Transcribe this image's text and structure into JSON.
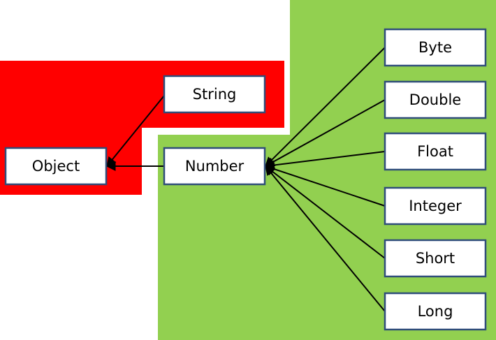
{
  "colors": {
    "object_group": "#ff0000",
    "number_group": "#92d050",
    "box_border": "#2f4d7a",
    "arrow": "#000000"
  },
  "nodes": {
    "object": "Object",
    "string": "String",
    "number": "Number",
    "byte": "Byte",
    "double": "Double",
    "float": "Float",
    "integer": "Integer",
    "short": "Short",
    "long": "Long"
  },
  "edges": [
    {
      "from": "string",
      "to": "object"
    },
    {
      "from": "number",
      "to": "object"
    },
    {
      "from": "byte",
      "to": "number"
    },
    {
      "from": "double",
      "to": "number"
    },
    {
      "from": "float",
      "to": "number"
    },
    {
      "from": "integer",
      "to": "number"
    },
    {
      "from": "short",
      "to": "number"
    },
    {
      "from": "long",
      "to": "number"
    }
  ]
}
